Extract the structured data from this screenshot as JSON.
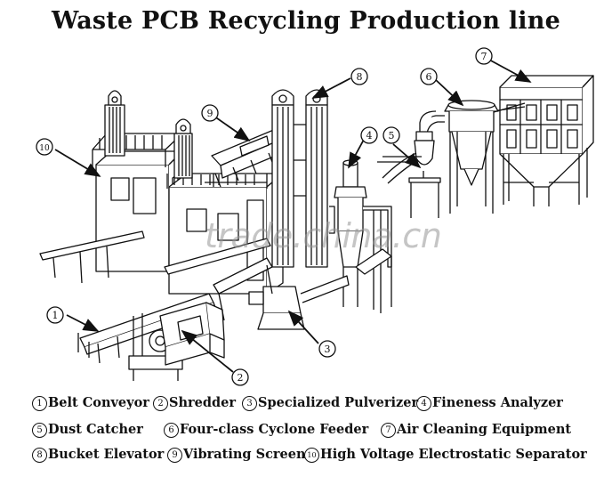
{
  "title": "Waste PCB Recycling Production line",
  "watermark": "trade.china.cn",
  "callouts": [
    "1",
    "2",
    "3",
    "4",
    "5",
    "6",
    "7",
    "8",
    "9",
    "10"
  ],
  "legend": [
    {
      "num": "1",
      "label": "Belt Conveyor"
    },
    {
      "num": "2",
      "label": "Shredder"
    },
    {
      "num": "3",
      "label": "Specialized Pulverizer"
    },
    {
      "num": "4",
      "label": "Fineness Analyzer"
    },
    {
      "num": "5",
      "label": "Dust Catcher"
    },
    {
      "num": "6",
      "label": "Four-class Cyclone Feeder"
    },
    {
      "num": "7",
      "label": "Air Cleaning Equipment"
    },
    {
      "num": "8",
      "label": "Bucket Elevator"
    },
    {
      "num": "9",
      "label": "Vibrating Screen"
    },
    {
      "num": "10",
      "label": "High Voltage Electrostatic Separator"
    }
  ],
  "colors": {
    "ink": "#111111",
    "background": "#ffffff",
    "watermark": "#969696"
  }
}
